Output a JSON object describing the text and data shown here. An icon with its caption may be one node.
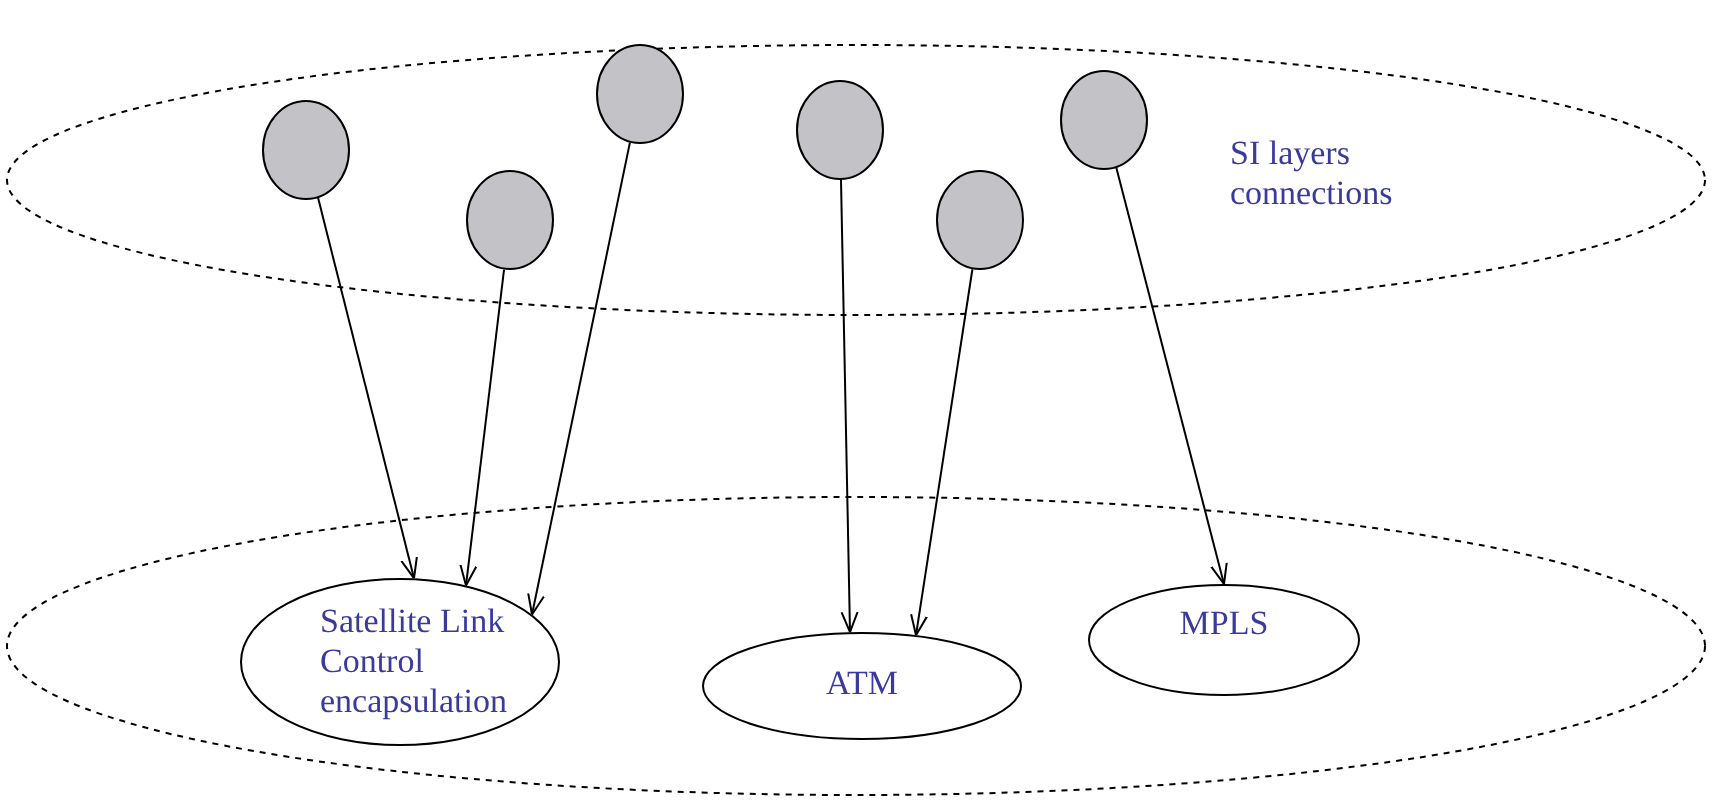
{
  "diagram": {
    "nodes": [
      {
        "text": [
          "SI layers connections"
        ]
      },
      {
        "text": [],
        "shape": "circle",
        "in": 0
      },
      {
        "text": [],
        "shape": "circle",
        "in": 0
      },
      {
        "text": [],
        "shape": "circle",
        "in": 0
      },
      {
        "text": [],
        "shape": "circle",
        "in": 0
      },
      {
        "text": [],
        "shape": "circle",
        "in": 0
      },
      {
        "text": [],
        "shape": "circle",
        "in": 0
      },
      {
        "text": [],
        "shape": "ellipse"
      },
      {
        "text": [
          "Satellite Link Control encapsulation"
        ],
        "in": 7
      },
      {
        "text": [
          "ATM"
        ],
        "in": 7
      },
      {
        "text": [
          "MPLS"
        ],
        "in": 7
      }
    ],
    "edges": [
      {
        "from": 1,
        "to": 8,
        "arrow": "to"
      },
      {
        "from": 2,
        "to": 8,
        "arrow": "to"
      },
      {
        "from": 3,
        "to": 8,
        "arrow": "to"
      },
      {
        "from": 4,
        "to": 9,
        "arrow": "to"
      },
      {
        "from": 5,
        "to": 9,
        "arrow": "to"
      },
      {
        "from": 6,
        "to": 10,
        "arrow": "to"
      }
    ]
  }
}
